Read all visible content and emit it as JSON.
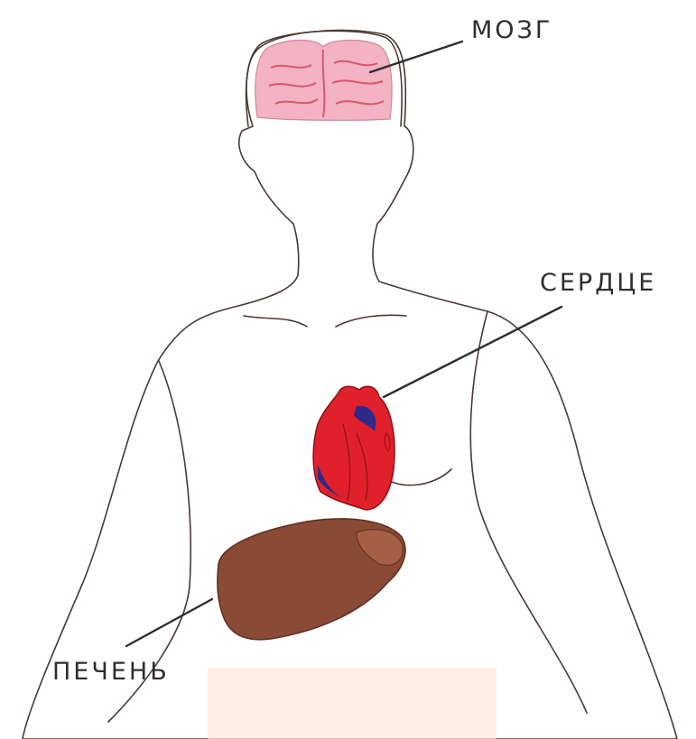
{
  "labels": {
    "brain": "МОЗГ",
    "heart": "СЕРДЦЕ",
    "liver": "ПЕЧЕНЬ"
  },
  "colors": {
    "skin": "#fcd9c4",
    "skin_outline": "#4a3a34",
    "brain": "#f3b3c3",
    "brain_folds": "#d9576f",
    "heart_red": "#e0202a",
    "heart_blue": "#2d2a8a",
    "liver": "#8a4a35",
    "liver_light": "#a65f45",
    "leader_line": "#2e2e2e"
  }
}
